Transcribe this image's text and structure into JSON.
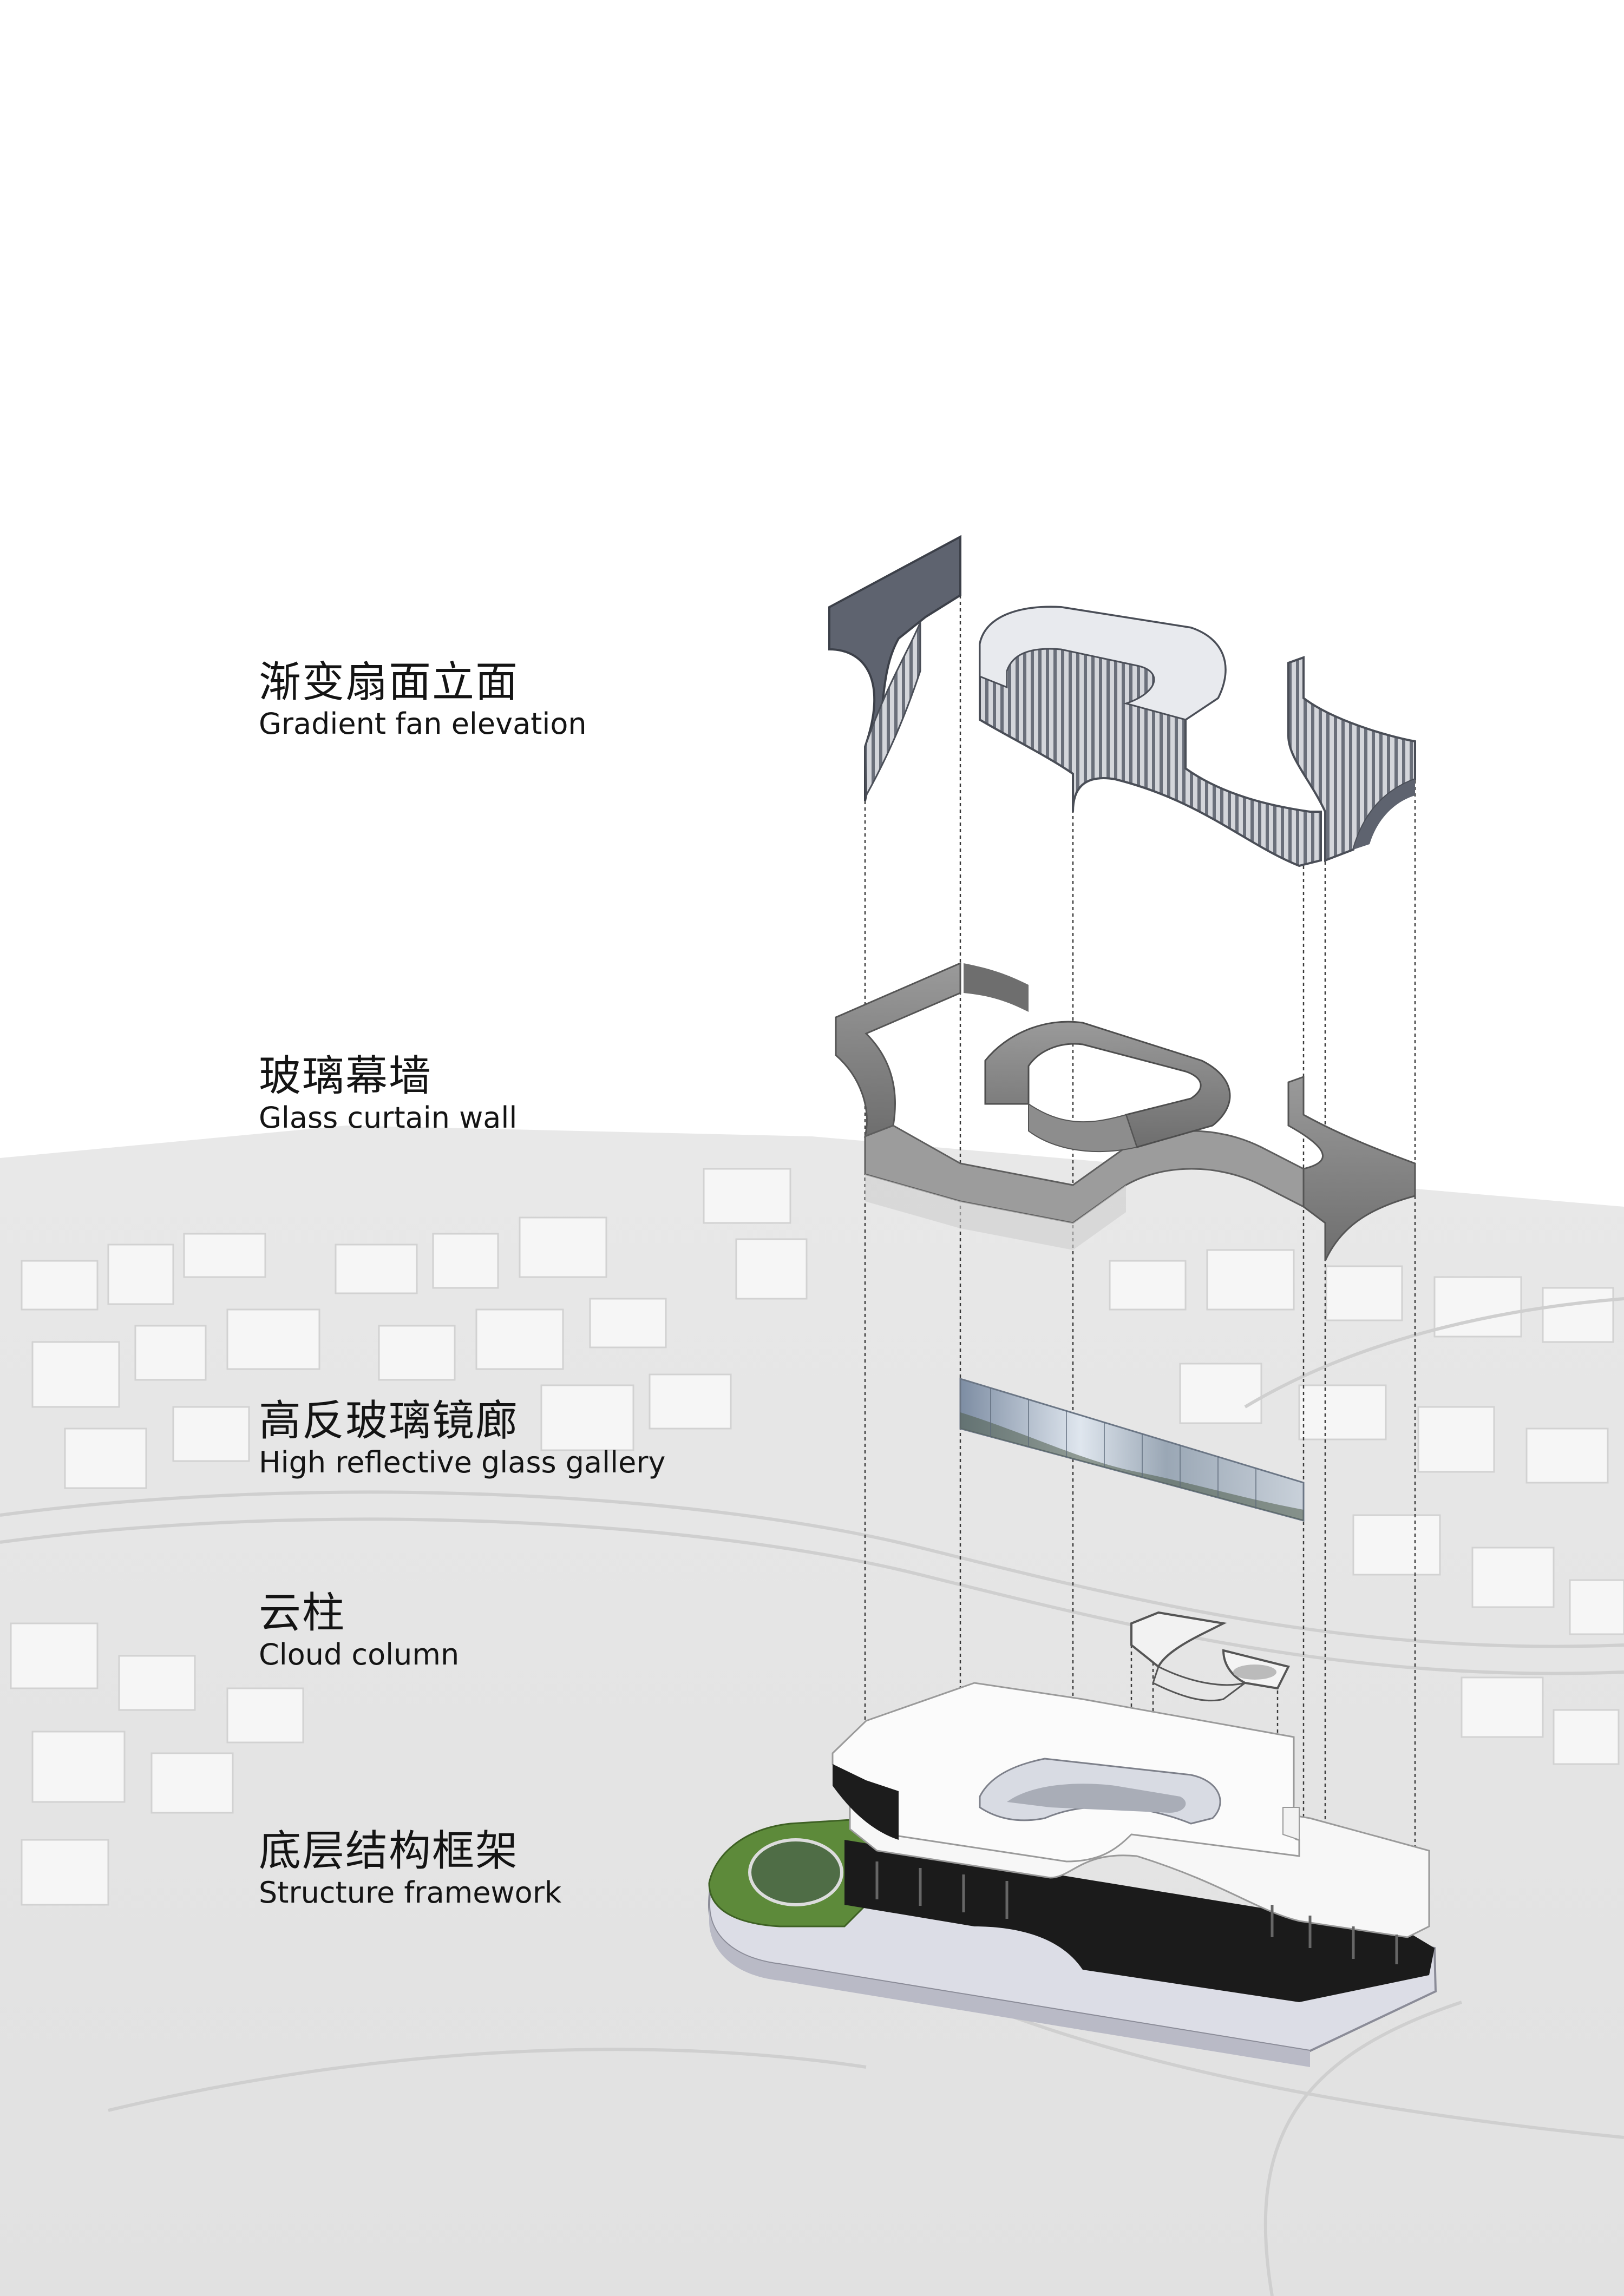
{
  "layers": [
    {
      "zh": "渐变扇面立面",
      "en": "Gradient fan elevation"
    },
    {
      "zh": "玻璃幕墙",
      "en": "Glass curtain wall"
    },
    {
      "zh": "高反玻璃镜廊",
      "en": "High reflective glass gallery"
    },
    {
      "zh": "云柱",
      "en": "Cloud column"
    },
    {
      "zh": "底层结构框架",
      "en": "Structure framework"
    }
  ],
  "colors": {
    "background": "#ffffff",
    "city_context": "#e4e4e4",
    "city_blocks": "#f7f7f7",
    "facade_dark": "#5f6470",
    "glass_grey": "#8a8a8a",
    "slab_white": "#fbfbfb",
    "landscape_green": "#5d8a3a",
    "label_text": "#141414"
  }
}
